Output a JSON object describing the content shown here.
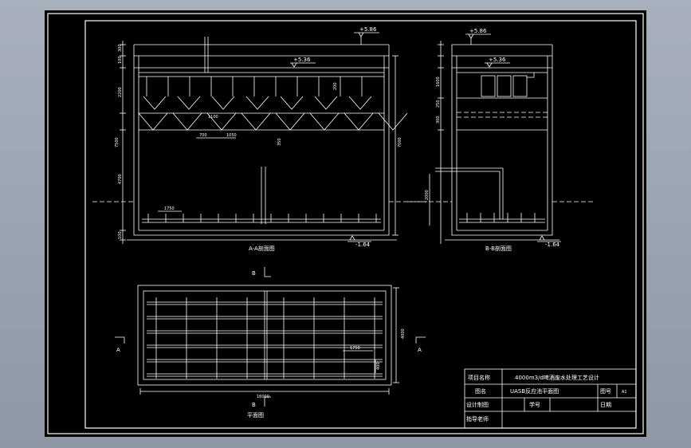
{
  "elevations": {
    "top_a": "+5.86",
    "water_a": "+5.36",
    "top_b": "+5.86",
    "water_b": "+5.36",
    "bottom_a": "-1.64",
    "bottom_b": "-1.64"
  },
  "dims_left": [
    "300",
    "100",
    "2200",
    "7500",
    "4700",
    "100"
  ],
  "dims_section_a": {
    "d1100": "1100",
    "d700": "700",
    "d1050": "1050",
    "d350": "350",
    "d1750": "1750",
    "d7000": "7000",
    "d200": "200"
  },
  "dims_section_b": {
    "d1600": "1600",
    "d250": "250",
    "d300": "300",
    "d2000": "2000"
  },
  "dims_plan": {
    "d1750": "1750",
    "d16000": "16000",
    "d4000": "4000",
    "d400": "400"
  },
  "section_a_title": "A-A剖面图",
  "section_b_title": "B-B剖面图",
  "plan_title": "平面图",
  "cut_marks": {
    "a_left": "A",
    "a_right": "A",
    "b_top": "B",
    "b_bottom": "B"
  },
  "title_block": {
    "project_label": "项目名称",
    "project_value": "4000m3/d啤酒废水处理工艺设计",
    "drawing_label": "图名",
    "drawing_value": "UASB反应池平面图",
    "number_label": "图号",
    "number_value": "A1",
    "designer_label": "设计制图",
    "student_label": "学号",
    "date_label": "日期",
    "advisor_label": "指导老师"
  },
  "colors": {
    "line": "#ffffff",
    "background": "#000000"
  }
}
